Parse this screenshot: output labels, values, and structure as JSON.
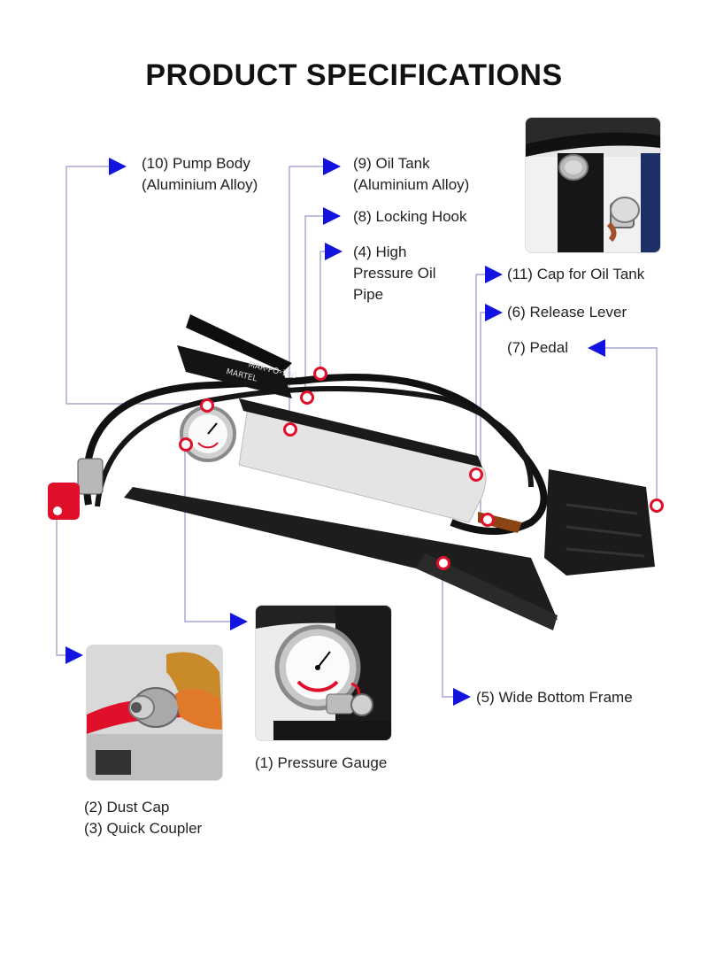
{
  "title": "PRODUCT SPECIFICATIONS",
  "labels": {
    "pump_body": "(10) Pump Body",
    "pump_body_material": "(Aluminium Alloy)",
    "oil_tank": "(9) Oil Tank",
    "oil_tank_material": "(Aluminium Alloy)",
    "locking_hook": "(8) Locking Hook",
    "high_pressure_line1": "(4) High",
    "high_pressure_line2": "Pressure Oil",
    "high_pressure_line3": "Pipe",
    "cap_oil_tank": "(11) Cap for Oil Tank",
    "release_lever": "(6) Release Lever",
    "pedal": "(7) Pedal",
    "wide_bottom_frame": "(5) Wide Bottom Frame",
    "pressure_gauge": "(1) Pressure Gauge",
    "dust_cap": "(2) Dust Cap",
    "quick_coupler": "(3) Quick Coupler"
  },
  "product_text": {
    "brand": "MARTEL",
    "model": "MAR-PO-700"
  },
  "colors": {
    "arrow": "#1414e0",
    "leader_line": "#8f95c8",
    "marker": "#e0102a",
    "marker_fill": "#ffffff"
  }
}
